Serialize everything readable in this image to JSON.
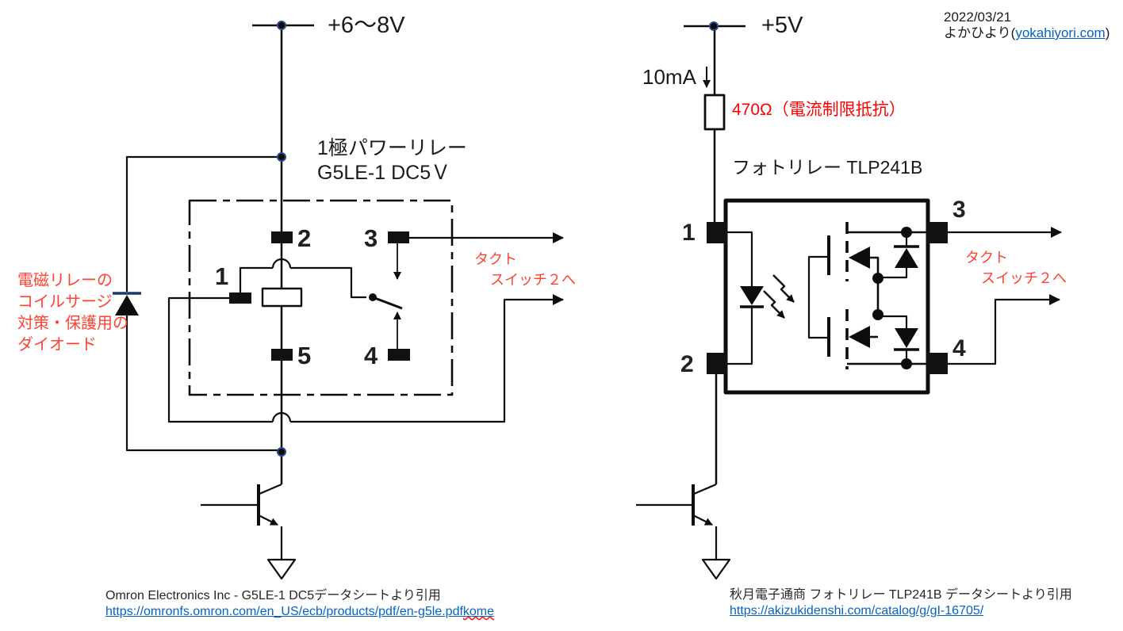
{
  "header": {
    "date": "2022/03/21",
    "credit_prefix": "よかひより(",
    "credit_link": "yokahiyori.com",
    "credit_suffix": ")"
  },
  "left": {
    "supply": "+6～8V",
    "title1": "1極パワーリレー",
    "title2": "G5LE-1 DC5Ｖ",
    "diode_note": [
      "電磁リレーの",
      "コイルサージ",
      "対策・保護用の",
      "ダイオード"
    ],
    "tact1": "タクト",
    "tact2": "スイッチ２へ",
    "pin1": "1",
    "pin2": "2",
    "pin3": "3",
    "pin4": "4",
    "pin5": "5",
    "source": "Omron Electronics Inc - G5LE-1 DC5データシートより引用",
    "link_main": "https://omronfs.omron.com/en_US/ecb/products/pdf/en-g5le.pdf",
    "link_typo": "kome"
  },
  "right": {
    "supply": "+5V",
    "current": "10mA",
    "resistor": "470Ω（電流制限抵抗）",
    "title": "フォトリレー TLP241B",
    "tact1": "タクト",
    "tact2": "スイッチ２へ",
    "pin1": "1",
    "pin2": "2",
    "pin3": "3",
    "pin4": "4",
    "source": "秋月電子通商 フォトリレー TLP241B データシートより引用",
    "link": "https://akizukidenshi.com/catalog/g/gI-16705/"
  },
  "colors": {
    "annotation_red": "#ff4133",
    "resistor_red": "#fe0000",
    "link_blue": "#0563c1",
    "wire": "#0d0d0d",
    "junction_ring": "#2b4a8b",
    "diode_bar_navy": "#1f3864"
  }
}
